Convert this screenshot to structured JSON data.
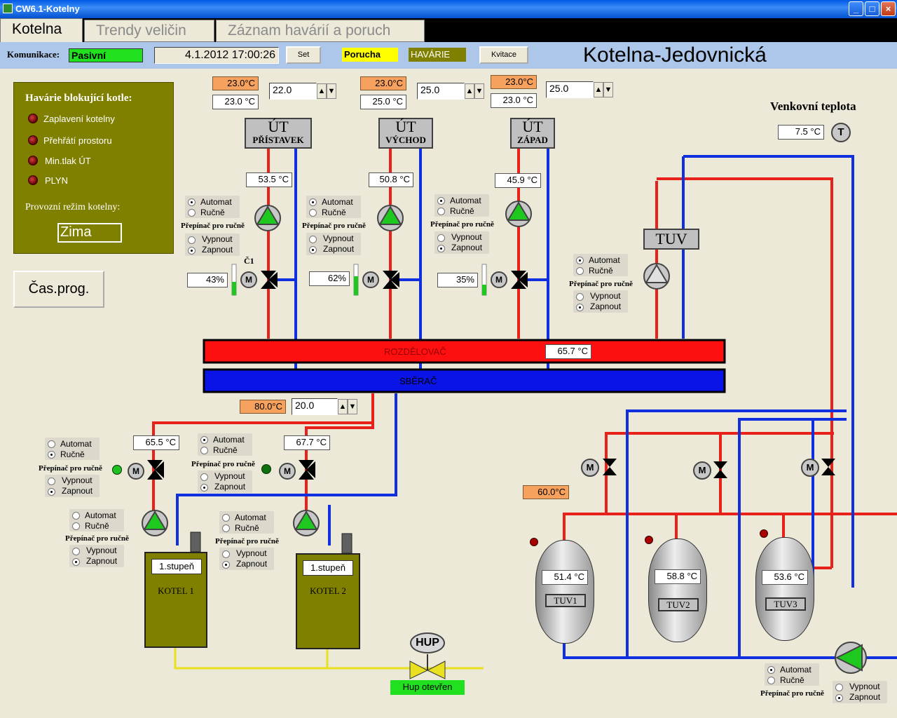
{
  "window": {
    "title": "CW6.1-Kotelny"
  },
  "tabs": [
    {
      "label": "Kotelna"
    },
    {
      "label": "Trendy veličin"
    },
    {
      "label": "Záznam havárií a poruch"
    }
  ],
  "topbar": {
    "komunikace_label": "Komunikace:",
    "komunikace_value": "Pasivní",
    "datetime": "4.1.2012 17:00:26",
    "set_button": "Set",
    "porucha": "Porucha",
    "havarie": "HAVÁRIE",
    "kvitace_button": "Kvitace",
    "site_title": "Kotelna-Jedovnická"
  },
  "panel": {
    "title": "Havárie blokující kotle:",
    "alarms": [
      "Zaplavení kotelny",
      "Přehřátí prostoru",
      "Min.tlak ÚT",
      "PLYN"
    ],
    "mode_label": "Provozní režim kotelny:",
    "mode_value": "Zima"
  },
  "cas_prog_button": "Čas.prog.",
  "common": {
    "automat": "Automat",
    "rucne": "Ručně",
    "prepinac": "Přepínač pro ručně",
    "vypnout": "Vypnout",
    "zapnout": "Zapnout",
    "motor": "M"
  },
  "circuits": [
    {
      "name": "ÚT",
      "sub": "PŘÍSTAVEK",
      "req": "23.0°C",
      "act": "23.0 °C",
      "set": "22.0",
      "temp": "53.5 °C",
      "valve": "43%",
      "label": "Č1"
    },
    {
      "name": "ÚT",
      "sub": "VÝCHOD",
      "req": "23.0°C",
      "act": "25.0 °C",
      "set": "25.0",
      "temp": "50.8 °C",
      "valve": "62%"
    },
    {
      "name": "ÚT",
      "sub": "ZÁPAD",
      "req": "23.0°C",
      "act": "23.0 °C",
      "set": "25.0",
      "temp": "45.9 °C",
      "valve": "35%"
    }
  ],
  "outdoor": {
    "label": "Venkovní teplota",
    "value": "7.5 °C",
    "icon_letter": "T"
  },
  "tuv": {
    "label": "TUV",
    "req": "60.0°C",
    "tanks": [
      {
        "name": "TUV1",
        "temp": "51.4 °C"
      },
      {
        "name": "TUV2",
        "temp": "58.8 °C"
      },
      {
        "name": "TUV3",
        "temp": "53.6 °C"
      }
    ]
  },
  "distributor": {
    "label": "ROZDĚLOVAČ",
    "temp": "65.7 °C"
  },
  "collector": {
    "label": "SBĚRAČ"
  },
  "boiler_ctrl": {
    "req": "80.0°C",
    "set": "20.0"
  },
  "boilers": [
    {
      "name": "KOTEL 1",
      "stage": "1.stupeň",
      "temp": "65.5 °C"
    },
    {
      "name": "KOTEL 2",
      "stage": "1.stupeň",
      "temp": "67.7 °C"
    }
  ],
  "hup": {
    "label": "HUP",
    "status": "Hup otevřen"
  },
  "colors": {
    "hot": "#e8211a",
    "cold": "#1030e0",
    "pump": "#1ec81e",
    "olive": "#808000",
    "ok": "#20e020",
    "warn": "#ffff00"
  }
}
